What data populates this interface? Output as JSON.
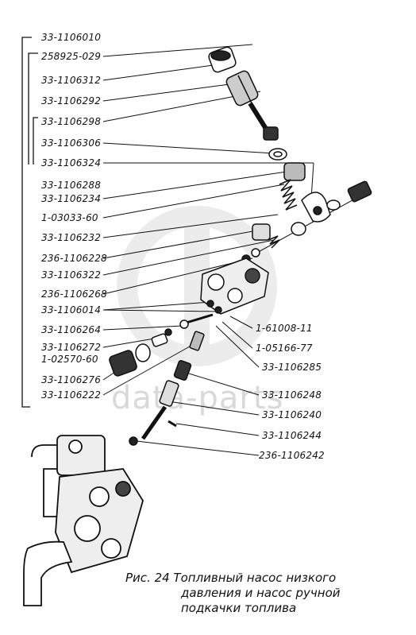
{
  "watermark": "data-parts",
  "labels_left": [
    "33-1106010",
    "258925-029",
    "33-1106312",
    "33-1106292",
    "33-1106298",
    "33-1106306",
    "33-1106324",
    "33-1106288",
    "33-1106234",
    "1-03033-60",
    "33-1106232",
    "236-1106228",
    "33-1106322",
    "236-1106268",
    "33-1106014",
    "33-1106264",
    "33-1106272",
    "1-02570-60",
    "33-1106276",
    "33-1106222"
  ],
  "labels_right": [
    "1-61008-11",
    "1-05166-77",
    "33-1106285",
    "33-1106248",
    "33-1106240",
    "33-1106244",
    "236-1106242"
  ],
  "caption": {
    "line1": "Рис. 24 Топливный насос низкого",
    "line2": "давления и насос ручной",
    "line3": "подкачки топлива"
  }
}
